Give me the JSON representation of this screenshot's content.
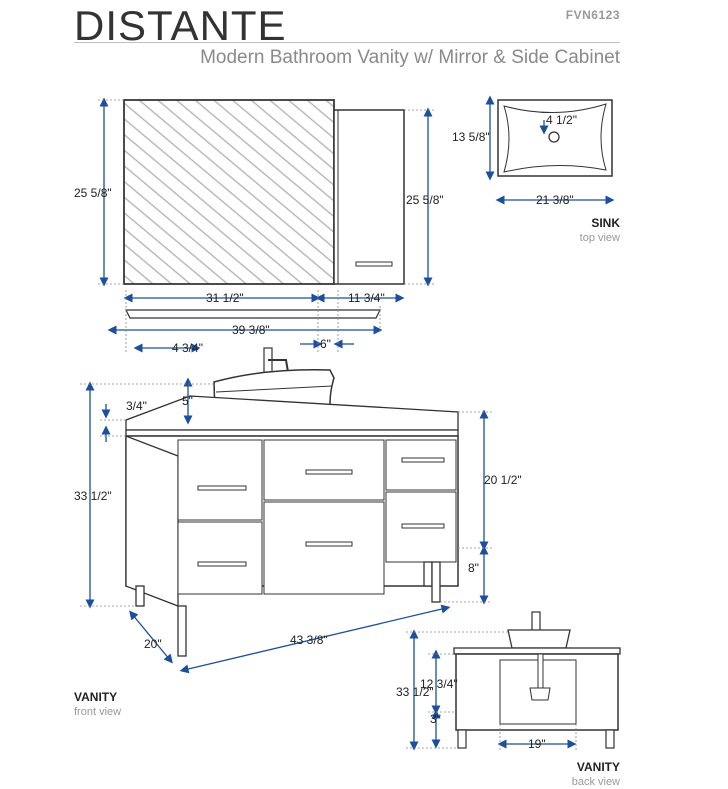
{
  "header": {
    "brand": "DISTANTE",
    "model": "FVN6123",
    "subtitle": "Modern Bathroom Vanity w/ Mirror & Side Cabinet"
  },
  "views": {
    "sink_title": "SINK",
    "sink_sub": "top view",
    "front_title": "VANITY",
    "front_sub": "front view",
    "back_title": "VANITY",
    "back_sub": "back view"
  },
  "dimensions": {
    "mirror_height": "25 5/8\"",
    "cabinet_height": "25 5/8\"",
    "mirror_width": "31 1/2\"",
    "cabinet_width": "11 3/4\"",
    "shelf_width": "39 3/8\"",
    "shelf_left": "4 3/4\"",
    "shelf_gap": "6\"",
    "sink_depth": "13 5/8\"",
    "sink_width": "21 3/8\"",
    "drain": "4 1/2\"",
    "top_thickness": "3/4\"",
    "sink_height": "5\"",
    "vanity_height": "33 1/2\"",
    "cabinet_body": "20 1/2\"",
    "leg_height": "8\"",
    "vanity_depth": "20\"",
    "vanity_width": "43 3/8\"",
    "back_height": "33 1/2\"",
    "back_drain": "12 3/4\"",
    "back_base": "3\"",
    "back_width": "19\""
  },
  "colors": {
    "line": "#333333",
    "dimension": "#1c4f9c"
  }
}
